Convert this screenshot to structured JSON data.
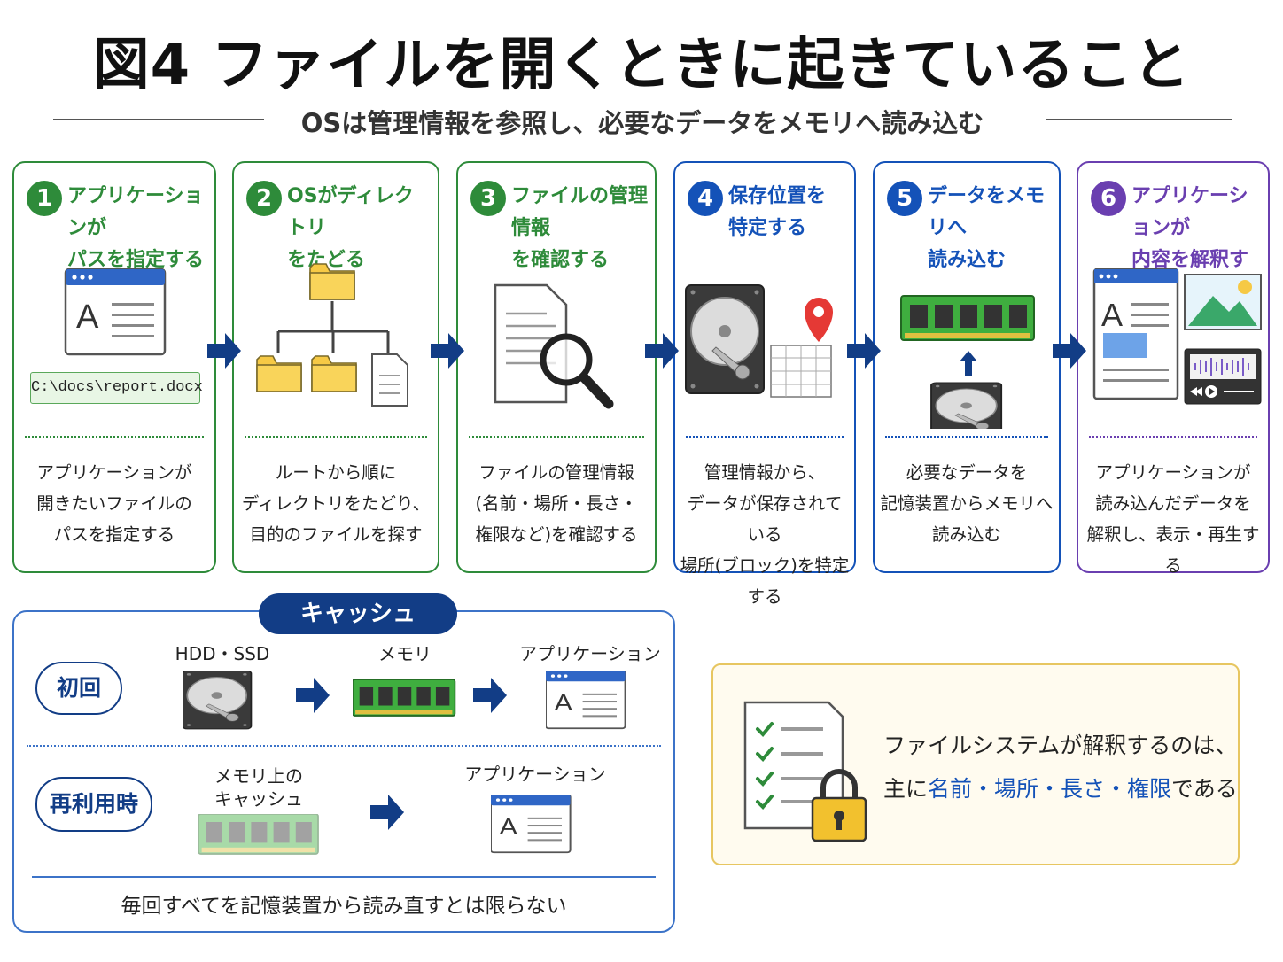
{
  "title": "図4 ファイルを開くときに起きていること",
  "subtitle": "OSは管理情報を参照し、必要なデータをメモリへ読み込む",
  "steps": [
    {
      "num": "1",
      "title": "アプリケーションが\nパスを指定する",
      "path_example": "C:\\docs\\report.docx",
      "desc": "アプリケーションが\n開きたいファイルの\nパスを指定する",
      "icon": "app-window-icon",
      "color": "#2e8b3a"
    },
    {
      "num": "2",
      "title": "OSがディレクトリ\nをたどる",
      "desc": "ルートから順に\nディレクトリをたどり、\n目的のファイルを探す",
      "icon": "folder-tree-icon",
      "color": "#2e8b3a"
    },
    {
      "num": "3",
      "title": "ファイルの管理情報\nを確認する",
      "desc": "ファイルの管理情報\n(名前・場所・長さ・\n権限など)を確認する",
      "icon": "document-search-icon",
      "color": "#2e8b3a"
    },
    {
      "num": "4",
      "title": "保存位置を\n特定する",
      "desc": "管理情報から、\nデータが保存されている\n場所(ブロック)を特定する",
      "icon": "hdd-location-icon",
      "color": "#1452b8"
    },
    {
      "num": "5",
      "title": "データをメモリへ\n読み込む",
      "desc": "必要なデータを\n記憶装置からメモリへ\n読み込む",
      "icon": "memory-load-icon",
      "color": "#1452b8"
    },
    {
      "num": "6",
      "title": "アプリケーションが\n内容を解釈する",
      "desc": "アプリケーションが\n読み込んだデータを\n解釈し、表示・再生する",
      "icon": "app-media-icon",
      "color": "#6a3fb0"
    }
  ],
  "cache": {
    "label": "キャッシュ",
    "first_time": "初回",
    "reuse": "再利用時",
    "storage_label": "HDD・SSD",
    "memory_label": "メモリ",
    "app_label": "アプリケーション",
    "mem_cache_label": "メモリ上の\nキャッシュ",
    "app_label_2": "アプリケーション",
    "footer": "毎回すべてを記憶装置から読み直すとは限らない"
  },
  "note": {
    "line1": "ファイルシステムが解釈するのは、",
    "line2_prefix": "主に",
    "line2_highlight": "名前・場所・長さ・権限",
    "line2_suffix": "である"
  },
  "colors": {
    "green": "#2e8b3a",
    "blue": "#1452b8",
    "purple": "#6a3fb0",
    "navy": "#123d86",
    "folder": "#f6c945",
    "memory": "#3fae3f"
  }
}
